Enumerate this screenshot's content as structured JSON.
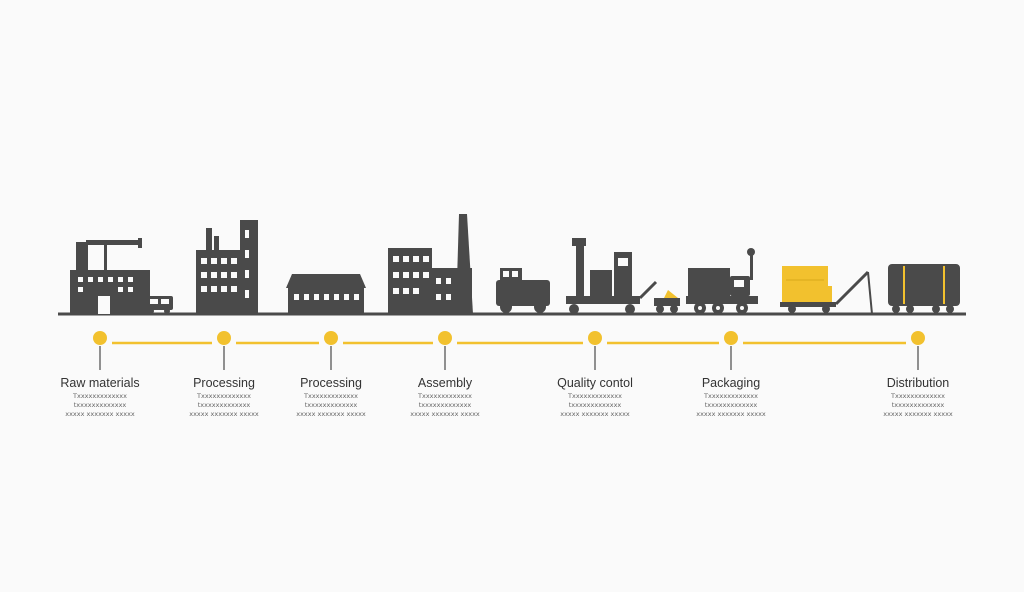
{
  "colors": {
    "silhouette": "#4a4a4a",
    "accent": "#f2c12e",
    "ground": "#4a4a4a",
    "text": "#333333",
    "background": "#fafafa"
  },
  "stages": [
    {
      "label": "Raw materials",
      "description": "Txxxxxxxxxxxxx\ntxxxxxxxxxxxxx\nxxxxx xxxxxxx xxxxx",
      "icon": "factory-with-crane-icon"
    },
    {
      "label": "Processing",
      "description": "Txxxxxxxxxxxxx\ntxxxxxxxxxxxxx\nxxxxx xxxxxxx xxxxx",
      "icon": "processing-plant-icon"
    },
    {
      "label": "Processing",
      "description": "Txxxxxxxxxxxxx\ntxxxxxxxxxxxxx\nxxxxx xxxxxxx xxxxx",
      "icon": "warehouse-icon"
    },
    {
      "label": "Assembly",
      "description": "Txxxxxxxxxxxxx\ntxxxxxxxxxxxxx\nxxxxx xxxxxxx xxxxx",
      "icon": "assembly-plant-icon"
    },
    {
      "label": "Quality contol",
      "description": "Txxxxxxxxxxxxx\ntxxxxxxxxxxxxx\nxxxxx xxxxxxx xxxxx",
      "icon": "inspection-machinery-icon"
    },
    {
      "label": "Packaging",
      "description": "Txxxxxxxxxxxxx\ntxxxxxxxxxxxxx\nxxxxx xxxxxxx xxxxx",
      "icon": "packaging-truck-icon"
    },
    {
      "label": "Distribution",
      "description": "Txxxxxxxxxxxxx\ntxxxxxxxxxxxxx\nxxxxx xxxxxxx xxxxx",
      "icon": "freight-container-icon"
    }
  ]
}
